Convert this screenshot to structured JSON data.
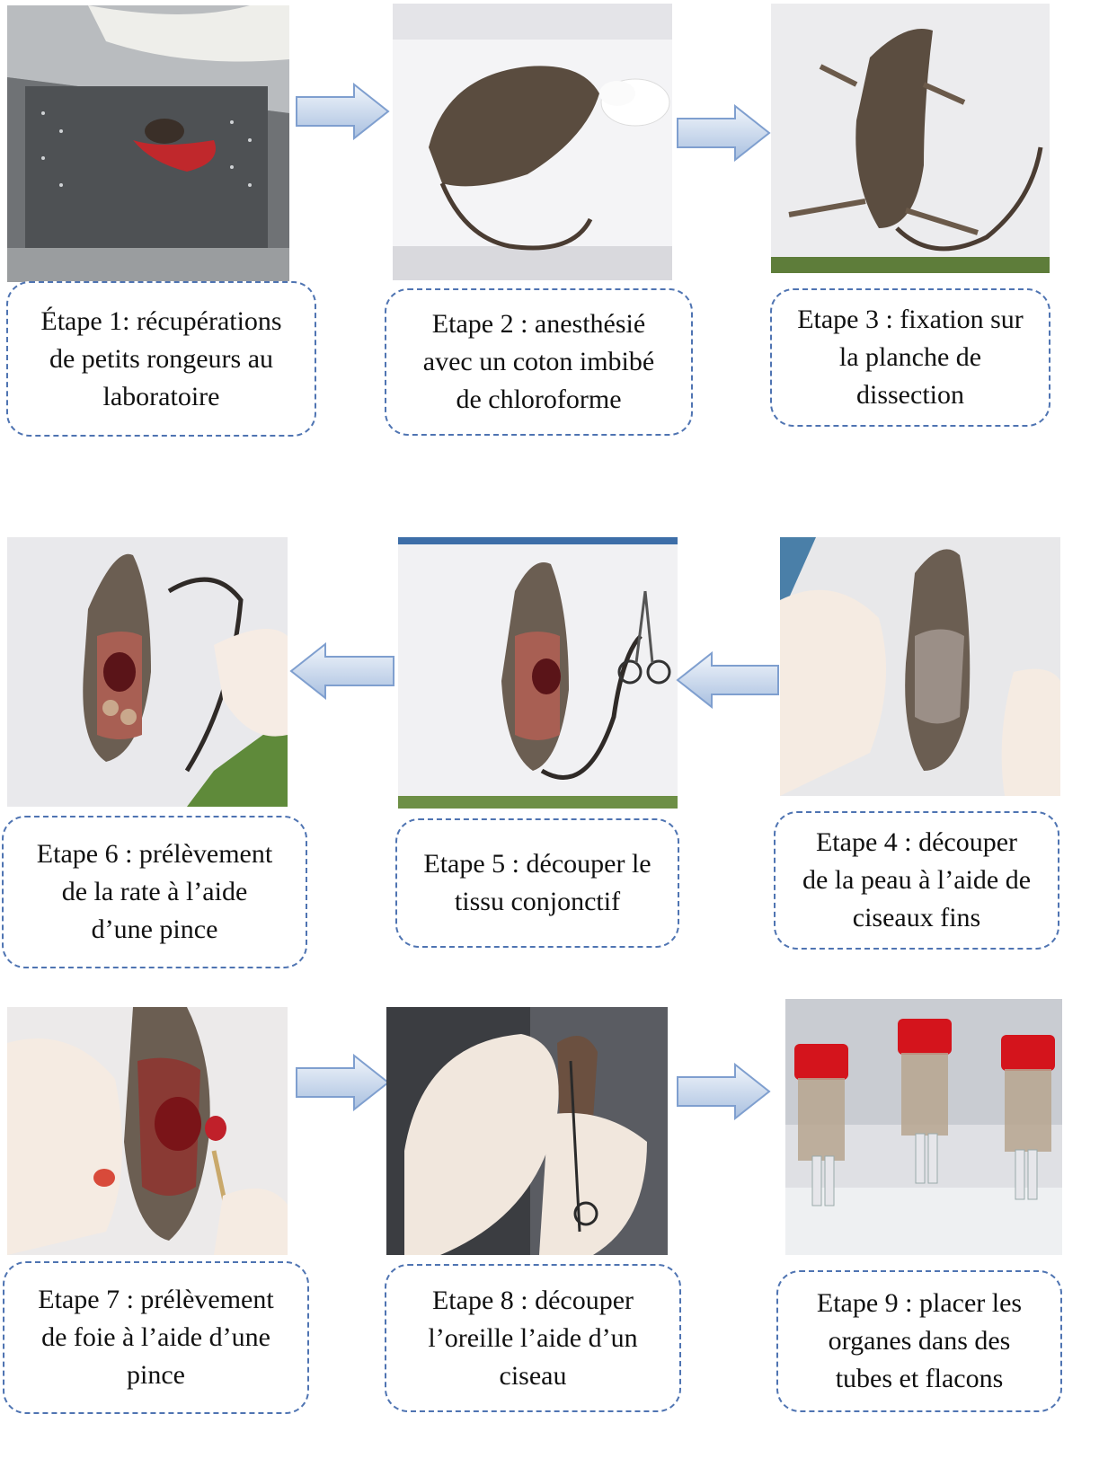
{
  "steps": [
    {
      "lines": [
        "Étape 1: récupérations",
        "de petits rongeurs au",
        "laboratoire"
      ]
    },
    {
      "lines": [
        "Etape 2 : anesthésié",
        "avec un coton imbibé",
        "de chloroforme"
      ]
    },
    {
      "lines": [
        "Etape 3 : fixation sur",
        "la planche de",
        "dissection"
      ]
    },
    {
      "lines": [
        "Etape 4 : découper",
        "de la peau à l’aide de",
        "ciseaux fins"
      ]
    },
    {
      "lines": [
        "Etape 5 : découper le",
        "tissu conjonctif"
      ]
    },
    {
      "lines": [
        "Etape 6 : prélèvement",
        "de la rate à l’aide",
        "d’une pince"
      ]
    },
    {
      "lines": [
        "Etape 7 : prélèvement",
        "de foie à l’aide d’une",
        "pince"
      ]
    },
    {
      "lines": [
        "Etape 8 : découper",
        "l’oreille l’aide d’un",
        "ciseau"
      ]
    },
    {
      "lines": [
        "Etape 9 : placer les",
        "organes dans des",
        "tubes et flacons"
      ]
    }
  ],
  "colors": {
    "caption_border": "#4f74b2",
    "arrow_fill_light": "#e6eef8",
    "arrow_fill_dark": "#a9c0e0",
    "arrow_stroke": "#7f9fcf"
  }
}
